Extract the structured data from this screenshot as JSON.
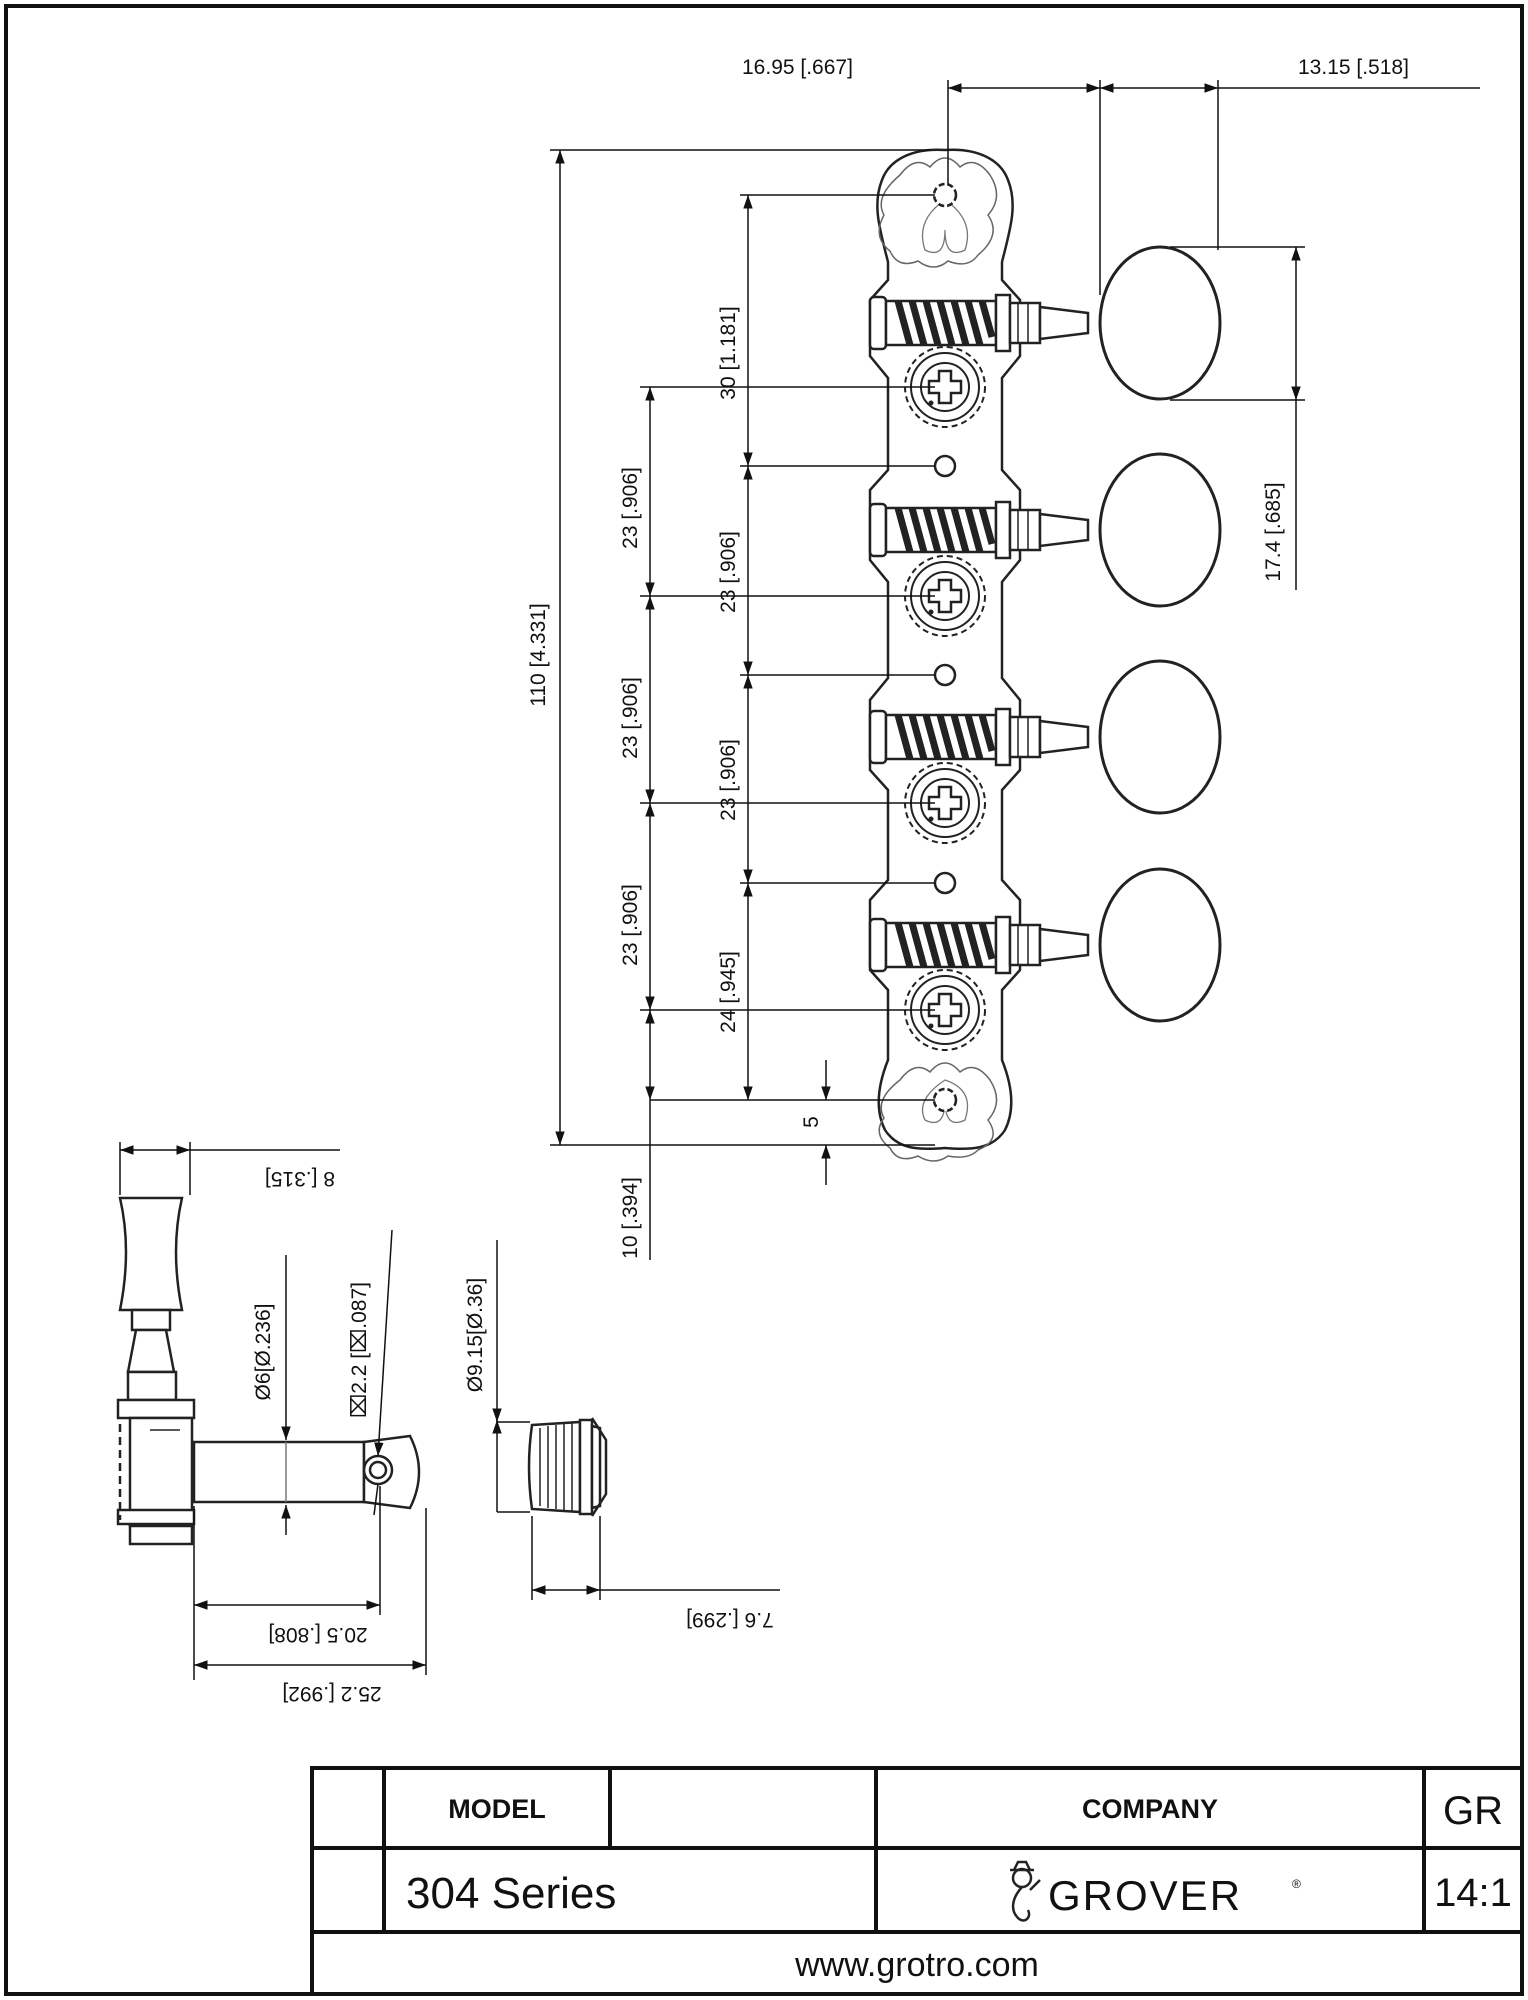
{
  "dimensions": {
    "top_left": "16.95 [.667]",
    "top_right": "13.15 [.518]",
    "total_length": "110 [4.331]",
    "first_pitch": "30 [1.181]",
    "pitch_left_1": "23 [.906]",
    "pitch_left_2": "23 [.906]",
    "pitch_left_3": "23 [.906]",
    "pitch_right_1": "23 [.906]",
    "pitch_right_2": "23 [.906]",
    "last_pitch": "24 [.945]",
    "hole_offset": "5",
    "bottom_offset": "10 [.394]",
    "button_height": "17.4 [.685]",
    "button_width": "8 [.315]",
    "post_diameter": "Ø6[Ø.236]",
    "string_hole": "⌧2.2 [⌧.087]",
    "bushing_diameter": "Ø9.15[Ø.36]",
    "bushing_length": "7.6 [.299]",
    "post_length_a": "20.5 [.808]",
    "post_length_b": "25.2 [.992]"
  },
  "title_block": {
    "model_label": "MODEL",
    "company_label": "COMPANY",
    "corner_code": "GR",
    "model_value": "304 Series",
    "company_value": "GROVER",
    "company_mark": "®",
    "scale": "14:1",
    "website": "www.grotro.com"
  }
}
